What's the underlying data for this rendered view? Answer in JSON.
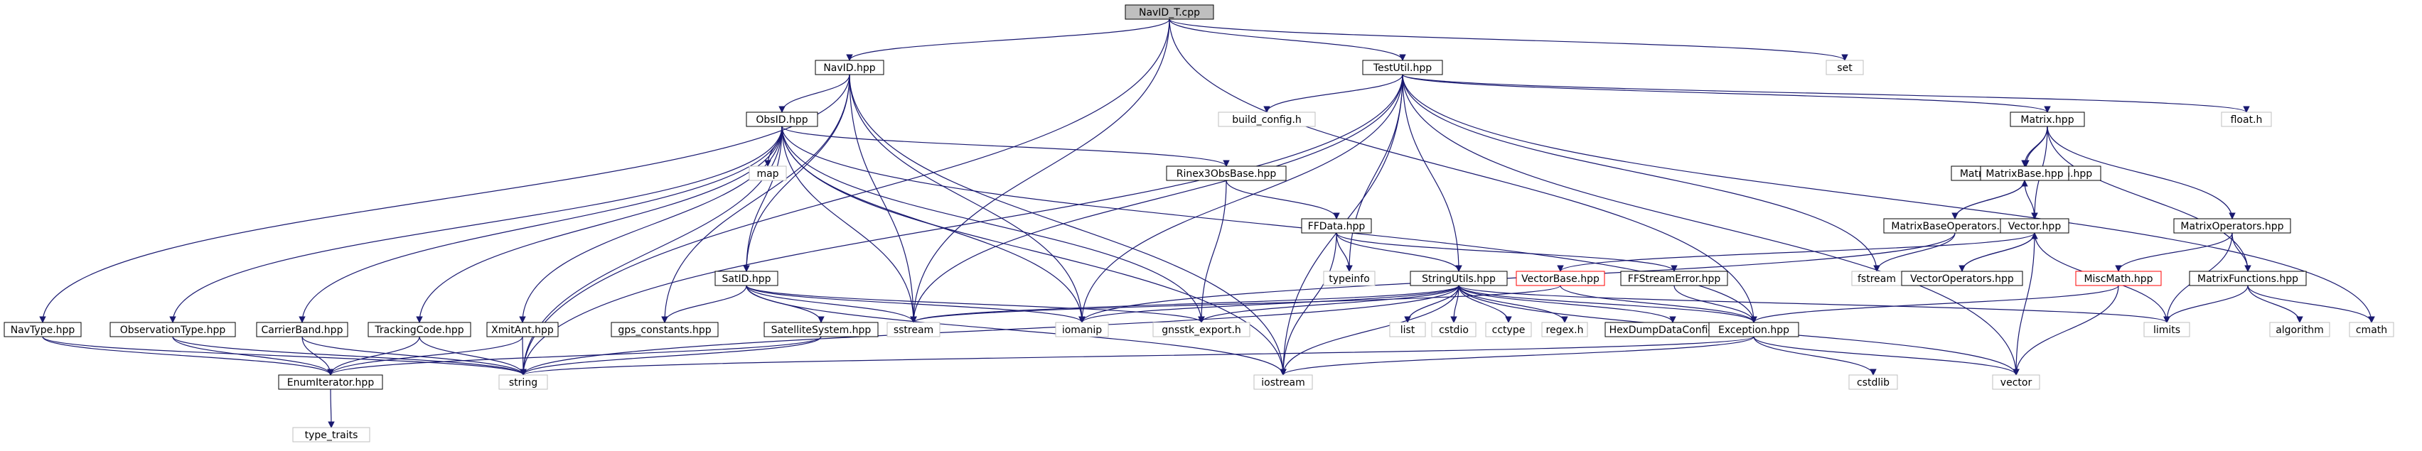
{
  "colors": {
    "edge": "#191970",
    "root_fill": "#bfbfbf",
    "normal_border": "#000000",
    "external_border": "#bfbfbf",
    "missing_border": "#ff0000",
    "external_text": "#7f7f7f"
  },
  "nodes": [
    {
      "id": "navid_t_cpp",
      "label": "NavID_T.cpp",
      "kind": "root"
    },
    {
      "id": "navid_hpp",
      "label": "NavID.hpp",
      "kind": "normal"
    },
    {
      "id": "testutil_hpp",
      "label": "TestUtil.hpp",
      "kind": "normal"
    },
    {
      "id": "set",
      "label": "set",
      "kind": "external"
    },
    {
      "id": "obsid_hpp",
      "label": "ObsID.hpp",
      "kind": "normal"
    },
    {
      "id": "build_config_h",
      "label": "build_config.h",
      "kind": "external"
    },
    {
      "id": "matrix_hpp",
      "label": "Matrix.hpp",
      "kind": "normal"
    },
    {
      "id": "float_h",
      "label": "float.h",
      "kind": "external"
    },
    {
      "id": "map",
      "label": "map",
      "kind": "external"
    },
    {
      "id": "rinex3obsbase_hpp",
      "label": "Rinex3ObsBase.hpp",
      "kind": "normal"
    },
    {
      "id": "matriximplementation_hpp",
      "label": "MatrixImplementation.hpp",
      "kind": "normal"
    },
    {
      "id": "matrixbase_hpp",
      "label": "MatrixBase.hpp",
      "kind": "normal"
    },
    {
      "id": "ffdata_hpp",
      "label": "FFData.hpp",
      "kind": "normal"
    },
    {
      "id": "matrixbaseoperators_hpp",
      "label": "MatrixBaseOperators.hpp",
      "kind": "normal"
    },
    {
      "id": "vector_hpp",
      "label": "Vector.hpp",
      "kind": "normal"
    },
    {
      "id": "matrixoperators_hpp",
      "label": "MatrixOperators.hpp",
      "kind": "normal"
    },
    {
      "id": "satid_hpp",
      "label": "SatID.hpp",
      "kind": "normal"
    },
    {
      "id": "typeinfo",
      "label": "typeinfo",
      "kind": "external"
    },
    {
      "id": "stringutils_hpp",
      "label": "StringUtils.hpp",
      "kind": "normal"
    },
    {
      "id": "vectorbase_hpp",
      "label": "VectorBase.hpp",
      "kind": "missing"
    },
    {
      "id": "ffstreamerror_hpp",
      "label": "FFStreamError.hpp",
      "kind": "normal"
    },
    {
      "id": "fstream",
      "label": "fstream",
      "kind": "external"
    },
    {
      "id": "vectoroperators_hpp",
      "label": "VectorOperators.hpp",
      "kind": "normal"
    },
    {
      "id": "miscmath_hpp",
      "label": "MiscMath.hpp",
      "kind": "missing"
    },
    {
      "id": "matrixfunctions_hpp",
      "label": "MatrixFunctions.hpp",
      "kind": "normal"
    },
    {
      "id": "navtype_hpp",
      "label": "NavType.hpp",
      "kind": "normal"
    },
    {
      "id": "observationtype_hpp",
      "label": "ObservationType.hpp",
      "kind": "normal"
    },
    {
      "id": "carrierband_hpp",
      "label": "CarrierBand.hpp",
      "kind": "normal"
    },
    {
      "id": "trackingcode_hpp",
      "label": "TrackingCode.hpp",
      "kind": "normal"
    },
    {
      "id": "xmitant_hpp",
      "label": "XmitAnt.hpp",
      "kind": "normal"
    },
    {
      "id": "gps_constants_hpp",
      "label": "gps_constants.hpp",
      "kind": "normal"
    },
    {
      "id": "satellitesystem_hpp",
      "label": "SatelliteSystem.hpp",
      "kind": "normal"
    },
    {
      "id": "sstream",
      "label": "sstream",
      "kind": "external"
    },
    {
      "id": "iomanip",
      "label": "iomanip",
      "kind": "external"
    },
    {
      "id": "gnsstk_export_h",
      "label": "gnsstk_export.h",
      "kind": "external"
    },
    {
      "id": "list",
      "label": "list",
      "kind": "external"
    },
    {
      "id": "cstdio",
      "label": "cstdio",
      "kind": "external"
    },
    {
      "id": "cctype",
      "label": "cctype",
      "kind": "external"
    },
    {
      "id": "regex_h",
      "label": "regex.h",
      "kind": "external"
    },
    {
      "id": "hexdumpdataconfig_hpp",
      "label": "HexDumpDataConfig.hpp",
      "kind": "normal"
    },
    {
      "id": "exception_hpp",
      "label": "Exception.hpp",
      "kind": "normal"
    },
    {
      "id": "limits",
      "label": "limits",
      "kind": "external"
    },
    {
      "id": "algorithm",
      "label": "algorithm",
      "kind": "external"
    },
    {
      "id": "cmath",
      "label": "cmath",
      "kind": "external"
    },
    {
      "id": "enumiterator_hpp",
      "label": "EnumIterator.hpp",
      "kind": "normal"
    },
    {
      "id": "string",
      "label": "string",
      "kind": "external"
    },
    {
      "id": "iostream",
      "label": "iostream",
      "kind": "external"
    },
    {
      "id": "cstdlib",
      "label": "cstdlib",
      "kind": "external"
    },
    {
      "id": "vector",
      "label": "vector",
      "kind": "external"
    },
    {
      "id": "type_traits",
      "label": "type_traits",
      "kind": "external"
    }
  ],
  "edges": [
    [
      "navid_t_cpp",
      "navid_hpp"
    ],
    [
      "navid_t_cpp",
      "testutil_hpp"
    ],
    [
      "navid_t_cpp",
      "set"
    ],
    [
      "navid_t_cpp",
      "sstream"
    ],
    [
      "navid_t_cpp",
      "string"
    ],
    [
      "navid_t_cpp",
      "exception_hpp"
    ],
    [
      "navid_hpp",
      "obsid_hpp"
    ],
    [
      "navid_hpp",
      "navtype_hpp"
    ],
    [
      "navid_hpp",
      "satid_hpp"
    ],
    [
      "navid_hpp",
      "gps_constants_hpp"
    ],
    [
      "navid_hpp",
      "sstream"
    ],
    [
      "navid_hpp",
      "iomanip"
    ],
    [
      "navid_hpp",
      "iostream"
    ],
    [
      "testutil_hpp",
      "build_config_h"
    ],
    [
      "testutil_hpp",
      "matrix_hpp"
    ],
    [
      "testutil_hpp",
      "float_h"
    ],
    [
      "testutil_hpp",
      "typeinfo"
    ],
    [
      "testutil_hpp",
      "stringutils_hpp"
    ],
    [
      "testutil_hpp",
      "fstream"
    ],
    [
      "testutil_hpp",
      "sstream"
    ],
    [
      "testutil_hpp",
      "iostream"
    ],
    [
      "testutil_hpp",
      "iomanip"
    ],
    [
      "testutil_hpp",
      "cmath"
    ],
    [
      "testutil_hpp",
      "vector"
    ],
    [
      "testutil_hpp",
      "string"
    ],
    [
      "obsid_hpp",
      "map"
    ],
    [
      "obsid_hpp",
      "rinex3obsbase_hpp"
    ],
    [
      "obsid_hpp",
      "satid_hpp"
    ],
    [
      "obsid_hpp",
      "observationtype_hpp"
    ],
    [
      "obsid_hpp",
      "carrierband_hpp"
    ],
    [
      "obsid_hpp",
      "trackingcode_hpp"
    ],
    [
      "obsid_hpp",
      "xmitant_hpp"
    ],
    [
      "obsid_hpp",
      "sstream"
    ],
    [
      "obsid_hpp",
      "iomanip"
    ],
    [
      "obsid_hpp",
      "gnsstk_export_h"
    ],
    [
      "obsid_hpp",
      "iostream"
    ],
    [
      "obsid_hpp",
      "string"
    ],
    [
      "obsid_hpp",
      "exception_hpp"
    ],
    [
      "rinex3obsbase_hpp",
      "ffdata_hpp"
    ],
    [
      "rinex3obsbase_hpp",
      "gnsstk_export_h"
    ],
    [
      "ffdata_hpp",
      "typeinfo"
    ],
    [
      "ffdata_hpp",
      "stringutils_hpp"
    ],
    [
      "ffdata_hpp",
      "ffstreamerror_hpp"
    ],
    [
      "ffdata_hpp",
      "iostream"
    ],
    [
      "matrix_hpp",
      "matriximplementation_hpp"
    ],
    [
      "matrix_hpp",
      "matrixbase_hpp"
    ],
    [
      "matrix_hpp",
      "vector_hpp"
    ],
    [
      "matrix_hpp",
      "matrixoperators_hpp"
    ],
    [
      "matrix_hpp",
      "matrixfunctions_hpp"
    ],
    [
      "matrixbase_hpp",
      "matrixbaseoperators_hpp"
    ],
    [
      "matrixbase_hpp",
      "vector_hpp"
    ],
    [
      "matrixbaseoperators_hpp",
      "matrixbase_hpp"
    ],
    [
      "matrixbaseoperators_hpp",
      "fstream"
    ],
    [
      "matrixbaseoperators_hpp",
      "iomanip"
    ],
    [
      "vector_hpp",
      "vectorbase_hpp"
    ],
    [
      "vector_hpp",
      "vectoroperators_hpp"
    ],
    [
      "vector_hpp",
      "limits"
    ],
    [
      "vector_hpp",
      "vector"
    ],
    [
      "vectoroperators_hpp",
      "vector_hpp"
    ],
    [
      "vectorbase_hpp",
      "exception_hpp"
    ],
    [
      "vectorbase_hpp",
      "sstream"
    ],
    [
      "matrixoperators_hpp",
      "miscmath_hpp"
    ],
    [
      "matrixoperators_hpp",
      "matrixfunctions_hpp"
    ],
    [
      "matrixoperators_hpp",
      "limits"
    ],
    [
      "miscmath_hpp",
      "exception_hpp"
    ],
    [
      "miscmath_hpp",
      "vector"
    ],
    [
      "matrixfunctions_hpp",
      "algorithm"
    ],
    [
      "matrixfunctions_hpp",
      "cmath"
    ],
    [
      "matrixfunctions_hpp",
      "limits"
    ],
    [
      "satid_hpp",
      "satellitesystem_hpp"
    ],
    [
      "satid_hpp",
      "gps_constants_hpp"
    ],
    [
      "satid_hpp",
      "sstream"
    ],
    [
      "satid_hpp",
      "iomanip"
    ],
    [
      "satid_hpp",
      "iostream"
    ],
    [
      "satid_hpp",
      "gnsstk_export_h"
    ],
    [
      "stringutils_hpp",
      "sstream"
    ],
    [
      "stringutils_hpp",
      "iomanip"
    ],
    [
      "stringutils_hpp",
      "list"
    ],
    [
      "stringutils_hpp",
      "cstdio"
    ],
    [
      "stringutils_hpp",
      "cctype"
    ],
    [
      "stringutils_hpp",
      "regex_h"
    ],
    [
      "stringutils_hpp",
      "hexdumpdataconfig_hpp"
    ],
    [
      "stringutils_hpp",
      "exception_hpp"
    ],
    [
      "stringutils_hpp",
      "gnsstk_export_h"
    ],
    [
      "stringutils_hpp",
      "string"
    ],
    [
      "stringutils_hpp",
      "iostream"
    ],
    [
      "stringutils_hpp",
      "limits"
    ],
    [
      "stringutils_hpp",
      "vector"
    ],
    [
      "ffstreamerror_hpp",
      "exception_hpp"
    ],
    [
      "exception_hpp",
      "cstdlib"
    ],
    [
      "exception_hpp",
      "iostream"
    ],
    [
      "exception_hpp",
      "string"
    ],
    [
      "exception_hpp",
      "vector"
    ],
    [
      "navtype_hpp",
      "enumiterator_hpp"
    ],
    [
      "navtype_hpp",
      "string"
    ],
    [
      "observationtype_hpp",
      "enumiterator_hpp"
    ],
    [
      "observationtype_hpp",
      "string"
    ],
    [
      "carrierband_hpp",
      "enumiterator_hpp"
    ],
    [
      "carrierband_hpp",
      "string"
    ],
    [
      "trackingcode_hpp",
      "enumiterator_hpp"
    ],
    [
      "trackingcode_hpp",
      "string"
    ],
    [
      "xmitant_hpp",
      "enumiterator_hpp"
    ],
    [
      "xmitant_hpp",
      "string"
    ],
    [
      "satellitesystem_hpp",
      "enumiterator_hpp"
    ],
    [
      "satellitesystem_hpp",
      "string"
    ],
    [
      "enumiterator_hpp",
      "type_traits"
    ]
  ]
}
